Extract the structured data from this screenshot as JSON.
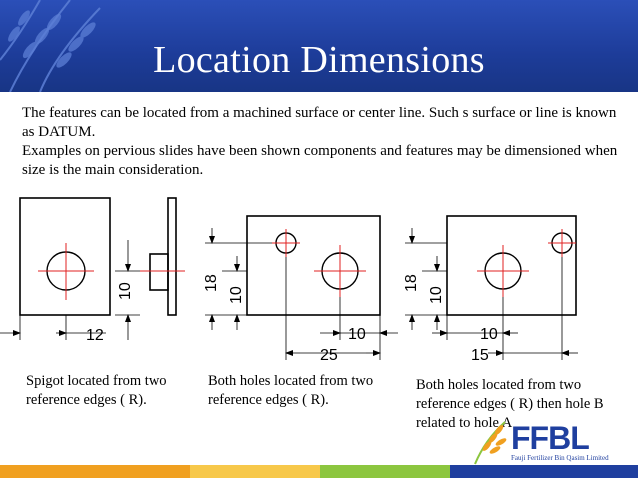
{
  "slide": {
    "title": "Location Dimensions",
    "paragraph1": "The features can be located from a machined surface or center line. Such s surface or line is known as DATUM.",
    "paragraph2": "Examples on pervious slides have been shown components and features may be dimensioned when size is the main consideration."
  },
  "figures": {
    "fig1": {
      "dim_horizontal": "12",
      "dim_vertical": "10"
    },
    "fig2": {
      "dim_vertical_short": "10",
      "dim_vertical_long": "18",
      "dim_horizontal_short": "10",
      "dim_horizontal_long": "25"
    },
    "fig3": {
      "dim_vertical_short": "10",
      "dim_vertical_long": "18",
      "dim_horizontal_short": "10",
      "dim_horizontal_long": "15"
    }
  },
  "captions": {
    "caption1": "Spigot located from two reference edges ( R).",
    "caption2": "Both holes  located from two reference edges ( R).",
    "caption3": "Both holes  located from two reference edges ( R) then hole B related to hole A"
  },
  "logo": {
    "name": "FFBL",
    "subtitle": "Fauji Fertilizer Bin Qasim Limited"
  },
  "colors": {
    "header": "#1f3f9f",
    "center_lines": "#e02020",
    "footer_orange": "#f0a020",
    "footer_green": "#8cc63f"
  }
}
